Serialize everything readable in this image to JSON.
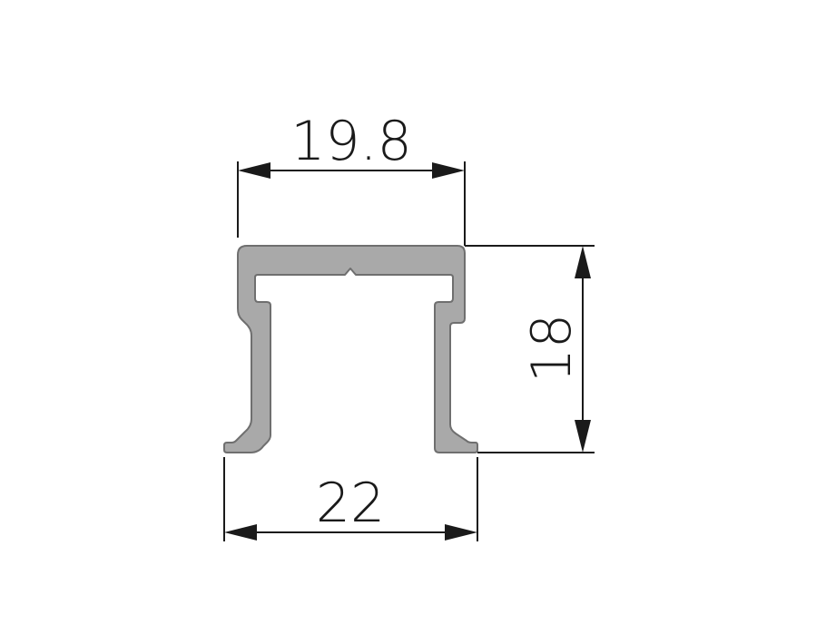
{
  "drawing": {
    "dimensions": {
      "top_inner_width": "19.8",
      "bottom_outer_width": "22",
      "height": "18"
    },
    "colors": {
      "profile_fill": "#a9a9a9",
      "profile_stroke": "#6f6f6f",
      "dimension_lines": "#1a1a1a",
      "background": "#ffffff"
    }
  }
}
